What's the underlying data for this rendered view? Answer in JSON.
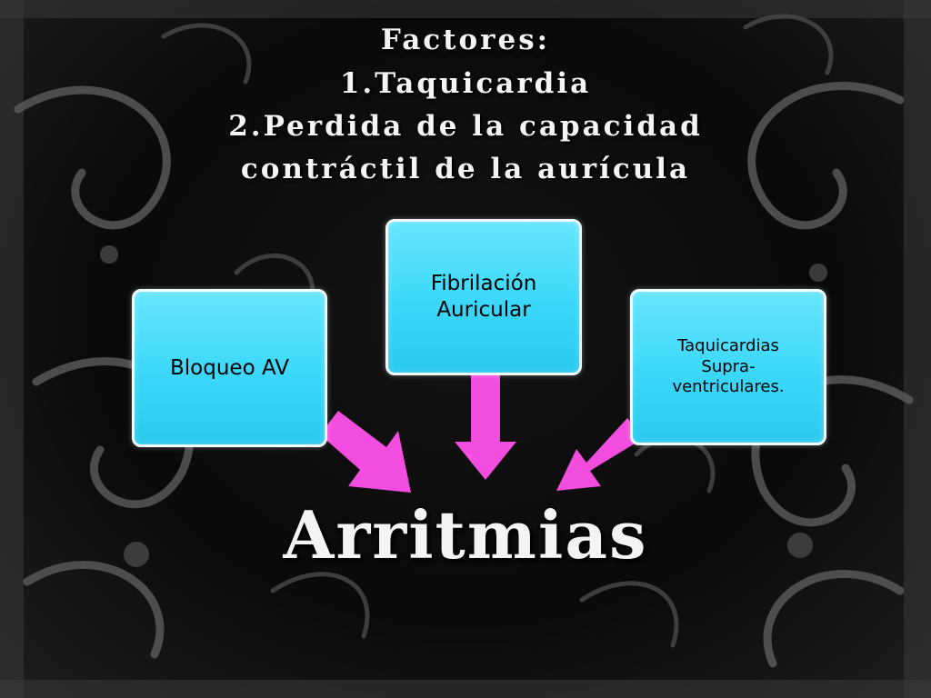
{
  "title": {
    "line1": "Factores:",
    "line2": "1.Taquicardia",
    "line3": "2.Perdida de la capacidad",
    "line4": "contráctil de la aurícula"
  },
  "boxes": [
    {
      "label": "Bloqueo AV"
    },
    {
      "label": "Fibrilación\nAuricular"
    },
    {
      "label": "Taquicardias\nSupra-\nventriculares."
    }
  ],
  "center_label": "Arritmias",
  "colors": {
    "box_fill": "#3ad7f9",
    "box_border": "#f2fbff",
    "arrow": "#f24ddf",
    "text_light": "#f4f4f4",
    "background": "#0a0a0a"
  }
}
